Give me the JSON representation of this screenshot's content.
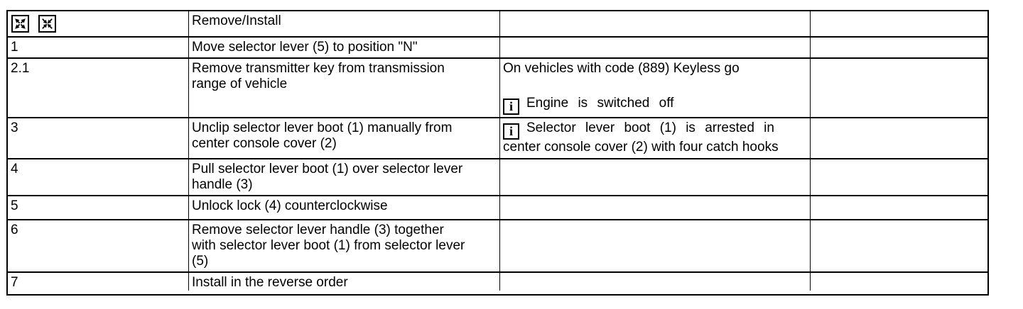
{
  "colors": {
    "background": "#ffffff",
    "text": "#000000",
    "border": "#000000"
  },
  "table": {
    "header": {
      "title": "Remove/Install",
      "icons": [
        {
          "name": "expand-icon"
        },
        {
          "name": "collapse-icon"
        }
      ]
    },
    "icons": {
      "info_glyph": "i"
    },
    "rows": [
      {
        "num": "1",
        "instruction_lines": [
          "Move selector lever (5) to position \"N\""
        ]
      },
      {
        "num": "2.1",
        "instruction_lines": [
          "Remove transmitter key from transmission",
          "range of vehicle"
        ],
        "note_plain": "On vehicles with code (889) Keyless go",
        "note_info_lines": [
          "Engine is switched off"
        ]
      },
      {
        "num": "3",
        "instruction_lines": [
          "Unclip selector lever boot (1) manually from",
          "center console cover (2)"
        ],
        "note_info_lines": [
          "Selector lever boot (1) is arrested in",
          "center console cover (2) with four catch hooks"
        ]
      },
      {
        "num": "4",
        "instruction_lines": [
          "Pull selector lever boot (1) over selector lever",
          "handle (3)"
        ]
      },
      {
        "num": "5",
        "instruction_lines": [
          "Unlock lock (4) counterclockwise"
        ]
      },
      {
        "num": "6",
        "instruction_lines": [
          "Remove selector lever handle (3) together",
          "with selector lever boot (1) from selector lever",
          "(5)"
        ]
      },
      {
        "num": "7",
        "instruction_lines": [
          "Install in the reverse order"
        ]
      }
    ]
  }
}
